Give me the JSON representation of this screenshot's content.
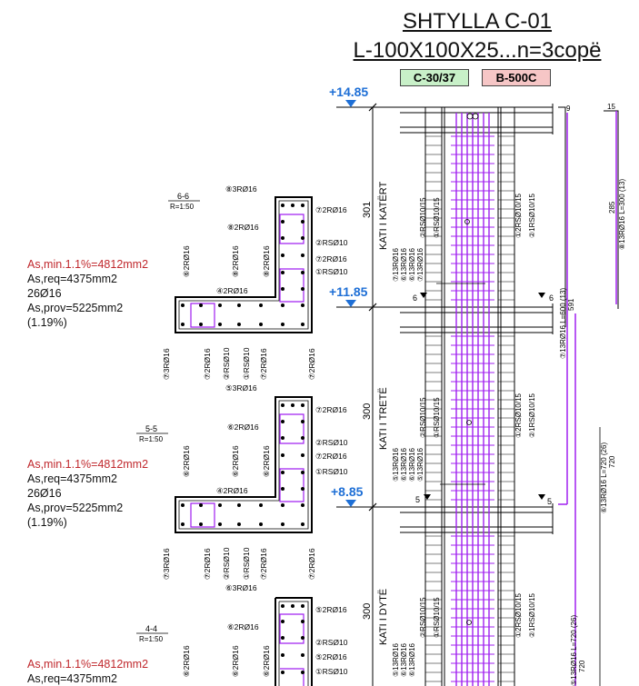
{
  "title": {
    "line1": "SHTYLLA C-01",
    "line2": "L-100X100X25...n=3copë"
  },
  "materials": {
    "concrete": "C-30/37",
    "steel": "B-500C"
  },
  "colors": {
    "rebar": "#a020f0",
    "elevation": "#1e6fd6",
    "requirement": "#c0282d"
  },
  "elevations": [
    "+14.85",
    "+11.85",
    "+8.85"
  ],
  "floors": [
    {
      "label": "KATI I KATËRT",
      "height": "301"
    },
    {
      "label": "KATI I TRETË",
      "height": "300"
    },
    {
      "label": "KATI I DYTË",
      "height": "300"
    }
  ],
  "sections": [
    {
      "name": "6-6",
      "scale": "R=1:50",
      "as_min": "As,min.1.1%=4812mm2",
      "as_req": "As,req=4375mm2",
      "bars": "26Ø16",
      "as_prov": "As,prov=5225mm2",
      "ratio": "(1.19%)",
      "top_label": "⑧3RØ16",
      "right_labels": [
        "⑦2RØ16",
        "⑧2RØ16",
        "②RSØ10",
        "⑦2RØ16",
        "①RSØ10",
        "④2RØ16"
      ],
      "left_labels": [
        "⑥2RØ16",
        "⑧2RØ16",
        "⑧2RØ16"
      ],
      "bottom_labels": [
        "⑦3RØ16",
        "⑦2RØ16",
        "②RSØ10",
        "①RSØ10",
        "⑦2RØ16",
        "⑦2RØ16"
      ],
      "next_top": "⑤3RØ16"
    },
    {
      "name": "5-5",
      "scale": "R=1:50",
      "as_min": "As,min.1.1%=4812mm2",
      "as_req": "As,req=4375mm2",
      "bars": "26Ø16",
      "as_prov": "As,prov=5225mm2",
      "ratio": "(1.19%)",
      "top_label": "⑤3RØ16",
      "right_labels": [
        "⑦2RØ16",
        "⑥2RØ16",
        "②RSØ10",
        "⑦2RØ16",
        "①RSØ10",
        "④2RØ16"
      ],
      "left_labels": [
        "⑥2RØ16",
        "⑥2RØ16",
        "⑥2RØ16"
      ],
      "bottom_labels": [
        "⑦3RØ16",
        "⑦2RØ16",
        "②RSØ10",
        "①RSØ10",
        "⑦2RØ16",
        "⑦2RØ16"
      ],
      "next_top": "⑥3RØ16"
    },
    {
      "name": "4-4",
      "scale": "R=1:50",
      "as_min": "As,min.1.1%=4812mm2",
      "as_req": "As,req=4375mm2",
      "top_label": "⑥3RØ16",
      "right_labels": [
        "⑤2RØ16",
        "⑥2RØ16",
        "②RSØ10",
        "⑤2RØ16",
        "①RSØ10"
      ],
      "left_labels": [
        "⑥2RØ16",
        "⑥2RØ16",
        "⑥2RØ16"
      ]
    }
  ],
  "elevation_labels": {
    "floor4_left": [
      "⑦13RØ16",
      "⑥13RØ16",
      "⑥13RØ16",
      "⑦13RØ16"
    ],
    "floor4_stirrups": [
      "②RSØ10/15",
      "①RSØ10/15",
      "①2RSØ10/15",
      "②1RSØ10/15"
    ],
    "floor3_left": [
      "⑤13RØ16",
      "⑥13RØ16",
      "⑥13RØ16",
      "⑤13RØ16"
    ],
    "floor2_left": [
      "⑤13RØ16",
      "⑥13RØ16",
      "⑥13RØ16"
    ],
    "cut_6": "6",
    "cut_5": "5"
  },
  "bar_schedule": {
    "top_right_9": "9",
    "top_right_15": "15",
    "bar8": "⑧13RØ16 L=300 (13)",
    "bar8_len": "285",
    "bar7": "⑦13RØ16 L=600 (13)",
    "bar7_len": "591",
    "bar6": "⑥13RØ16 L=720 (26)",
    "bar6_len": "720",
    "bar5": "⑤13RØ16 L=720 (26)",
    "bar5_len": "720"
  }
}
